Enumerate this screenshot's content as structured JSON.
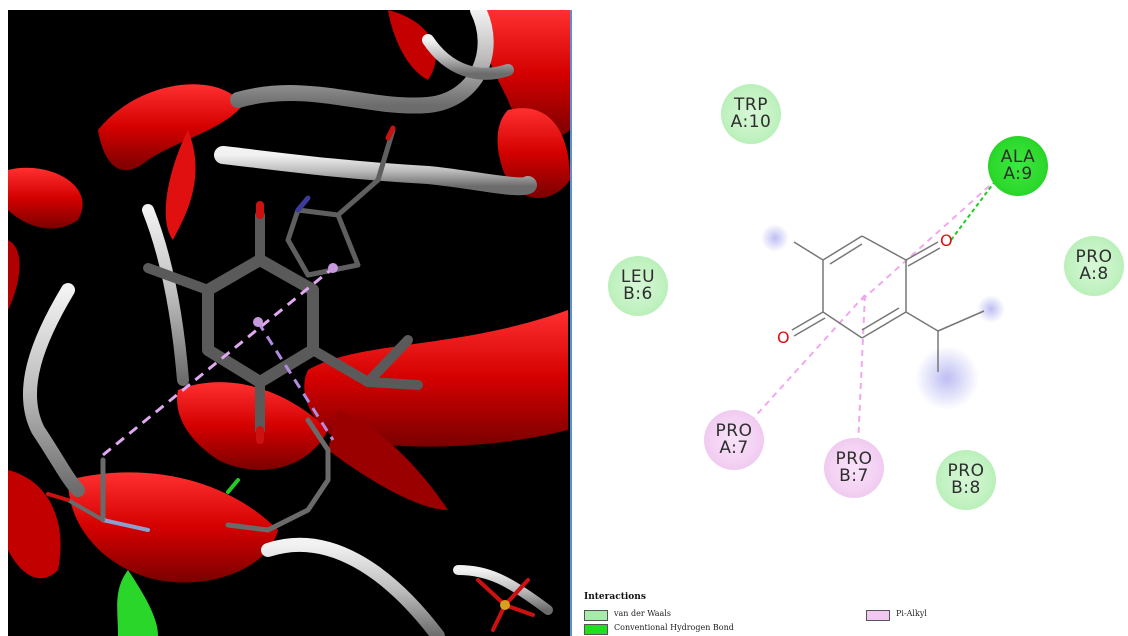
{
  "residues": [
    {
      "id": "trp-a10",
      "line1": "TRP",
      "line2": "A:10",
      "type": "vdw"
    },
    {
      "id": "ala-a9",
      "line1": "ALA",
      "line2": "A:9",
      "type": "hbond"
    },
    {
      "id": "leu-b6",
      "line1": "LEU",
      "line2": "B:6",
      "type": "vdw"
    },
    {
      "id": "pro-a8",
      "line1": "PRO",
      "line2": "A:8",
      "type": "vdw"
    },
    {
      "id": "pro-a7",
      "line1": "PRO",
      "line2": "A:7",
      "type": "pialkyl"
    },
    {
      "id": "pro-b7",
      "line1": "PRO",
      "line2": "B:7",
      "type": "pialkyl"
    },
    {
      "id": "pro-b8",
      "line1": "PRO",
      "line2": "B:8",
      "type": "vdw"
    }
  ],
  "legend": {
    "title": "Interactions",
    "items": [
      {
        "label": "van der Waals",
        "color": "#a7ecaa"
      },
      {
        "label": "Conventional Hydrogen Bond",
        "color": "#22dd22"
      },
      {
        "label": "Pi-Alkyl",
        "color": "#f2c8f2"
      }
    ]
  },
  "colors": {
    "helix": "#d40000",
    "coil": "#c8c8c8",
    "ligand": "#5f5f5f",
    "oxygen": "#cc1111",
    "pi_alkyl_line": "#e7a6e7",
    "hbond_line": "#22cc22"
  }
}
